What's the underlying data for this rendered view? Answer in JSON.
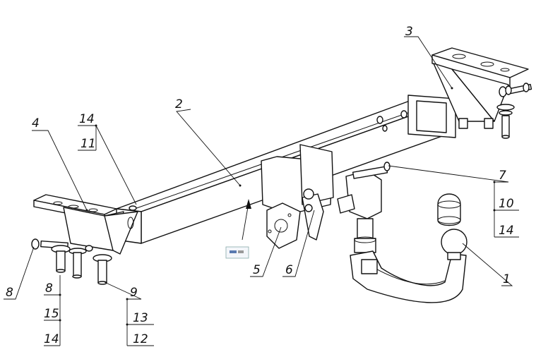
{
  "callouts": {
    "c1": "1",
    "c2": "2",
    "c3": "3",
    "c4": "4",
    "c5": "5",
    "c6": "6",
    "c7": "7",
    "c10": "10",
    "c14_right": "14",
    "c14_top": "14",
    "c11": "11",
    "c8_left": "8",
    "c8": "8",
    "c15": "15",
    "c14_bottom": "14",
    "c9": "9",
    "c13": "13",
    "c12": "12"
  }
}
